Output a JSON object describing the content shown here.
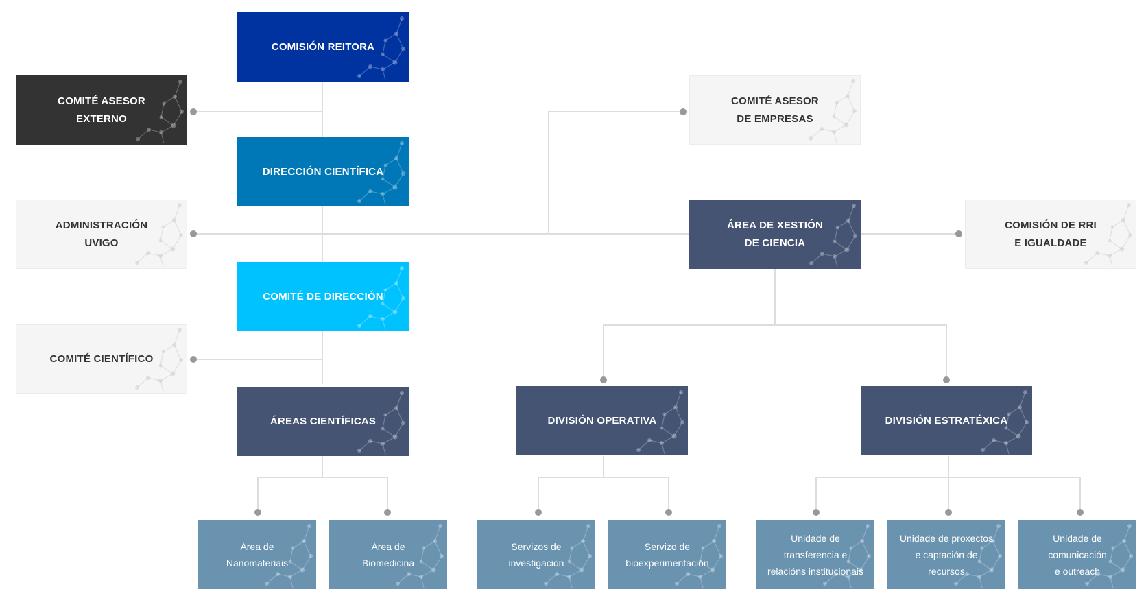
{
  "colors": {
    "navy": "#0033a0",
    "blue": "#0077b6",
    "cyan": "#00c2ff",
    "slate": "#465473",
    "steel": "#6a93b0",
    "dark": "#333333",
    "light": "#f5f5f5",
    "connector": "#dddddd",
    "dot": "#999999"
  },
  "nodes": {
    "comision_reitora": "COMISIÓN REITORA",
    "comite_asesor_externo": "COMITÉ  ASESOR\nEXTERNO",
    "direccion_cientifica": "DIRECCIÓN CIENTÍFICA",
    "administracion_uvigo": "ADMINISTRACIÓN\nUVIGO",
    "comite_de_direccion": "COMITÉ DE DIRECCIÓN",
    "comite_cientifico": "COMITÉ CIENTÍFICO",
    "areas_cientificas": "ÁREAS CIENTÍFICAS",
    "comite_asesor_empresas": "COMITÉ ASESOR\nDE EMPRESAS",
    "area_xestion_ciencia": "ÁREA DE XESTIÓN\nDE CIENCIA",
    "comision_rri": "COMISIÓN DE RRI\nE IGUALDADE",
    "division_operativa": "DIVISIÓN OPERATIVA",
    "division_estratexica": "DIVISIÓN ESTRATÉXICA",
    "area_nanomateriais": "Área de\nNanomateriais",
    "area_biomedicina": "Área de\nBiomedicina",
    "servizos_investigacion": "Servizos de\ninvestigación",
    "servizo_bioexperimentacion": "Servizo de\nbioexperimentación",
    "unidade_transferencia": "Unidade de\ntransferencia e\nrelacións institucionais",
    "unidade_proxectos": "Unidade de proxectos\ne captación de\nrecursos",
    "unidade_comunicacion": "Unidade de\ncomunicación\ne outreach"
  }
}
